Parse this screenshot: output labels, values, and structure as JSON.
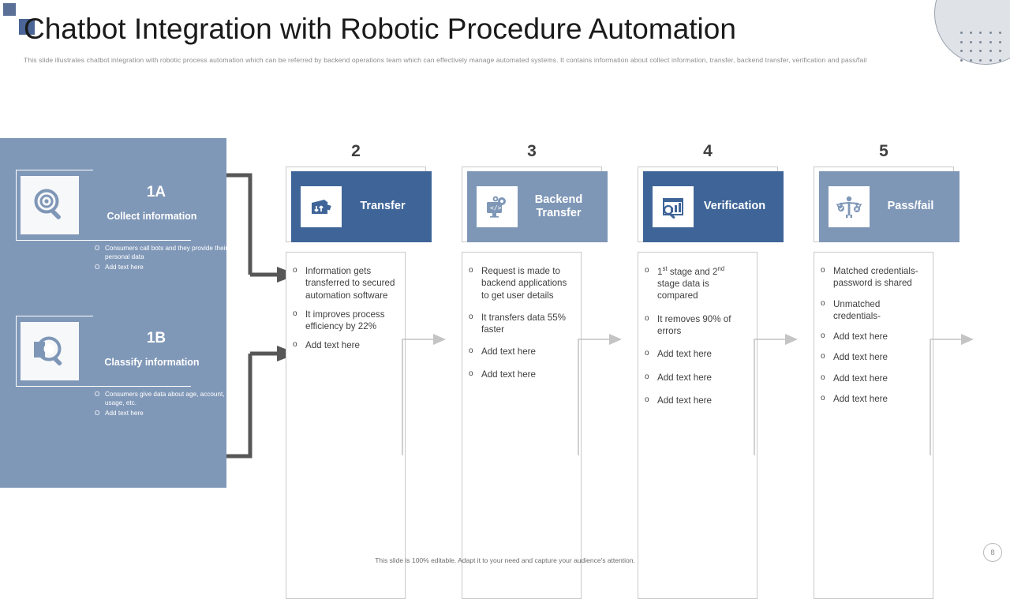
{
  "header": {
    "title": "Chatbot Integration with Robotic Procedure Automation",
    "subtitle": "This slide illustrates chatbot integration with robotic process automation which can be referred by backend operations team which can effectively manage automated systems. It contains information about collect information, transfer, backend transfer, verification and pass/fail"
  },
  "colors": {
    "panel_blue": "#8098b8",
    "header_dark": "#3f6598",
    "header_light": "#7f97b7",
    "text_dark": "#3f3f3f",
    "connector_gray": "#575757",
    "connector_light": "#c4c4c4"
  },
  "left_panel": {
    "cards": [
      {
        "number": "1A",
        "label": "Collect information",
        "icon": "magnifier-search-icon",
        "bullets": [
          "Consumers call bots and they provide their personal data",
          "Add text here"
        ]
      },
      {
        "number": "1B",
        "label": "Classify information",
        "icon": "magnifier-folder-icon",
        "bullets": [
          "Consumers give data about age, account, usage, etc.",
          "Add text here"
        ]
      }
    ]
  },
  "steps": [
    {
      "number": "2",
      "label": "Transfer",
      "icon": "wallet-transfer-icon",
      "tone": "dark",
      "bullets": [
        "Information gets transferred to secured automation software",
        "It improves process efficiency by 22%",
        "Add text here"
      ]
    },
    {
      "number": "3",
      "label": "Backend Transfer",
      "icon": "monitor-gears-code-icon",
      "tone": "light",
      "bullets": [
        "Request is made to backend applications to get user details",
        "It transfers data 55% faster",
        "Add text here",
        "Add text here"
      ]
    },
    {
      "number": "4",
      "label": "Verification",
      "icon": "chart-magnifier-icon",
      "tone": "dark",
      "bullets": [
        "1st stage and 2nd stage data is compared",
        "It removes 90% of errors",
        "Add text here",
        "Add text here",
        "Add text here"
      ]
    },
    {
      "number": "5",
      "label": "Pass/fail",
      "icon": "balance-scales-person-icon",
      "tone": "light",
      "bullets": [
        "Matched credentials-password is shared",
        "Unmatched credentials-",
        " Add text here",
        "Add text here",
        "Add text here",
        "Add text here"
      ]
    }
  ],
  "footer": {
    "note": "This slide is 100% editable. Adapt it to your need and capture your audience's attention.",
    "page_number": "8"
  }
}
